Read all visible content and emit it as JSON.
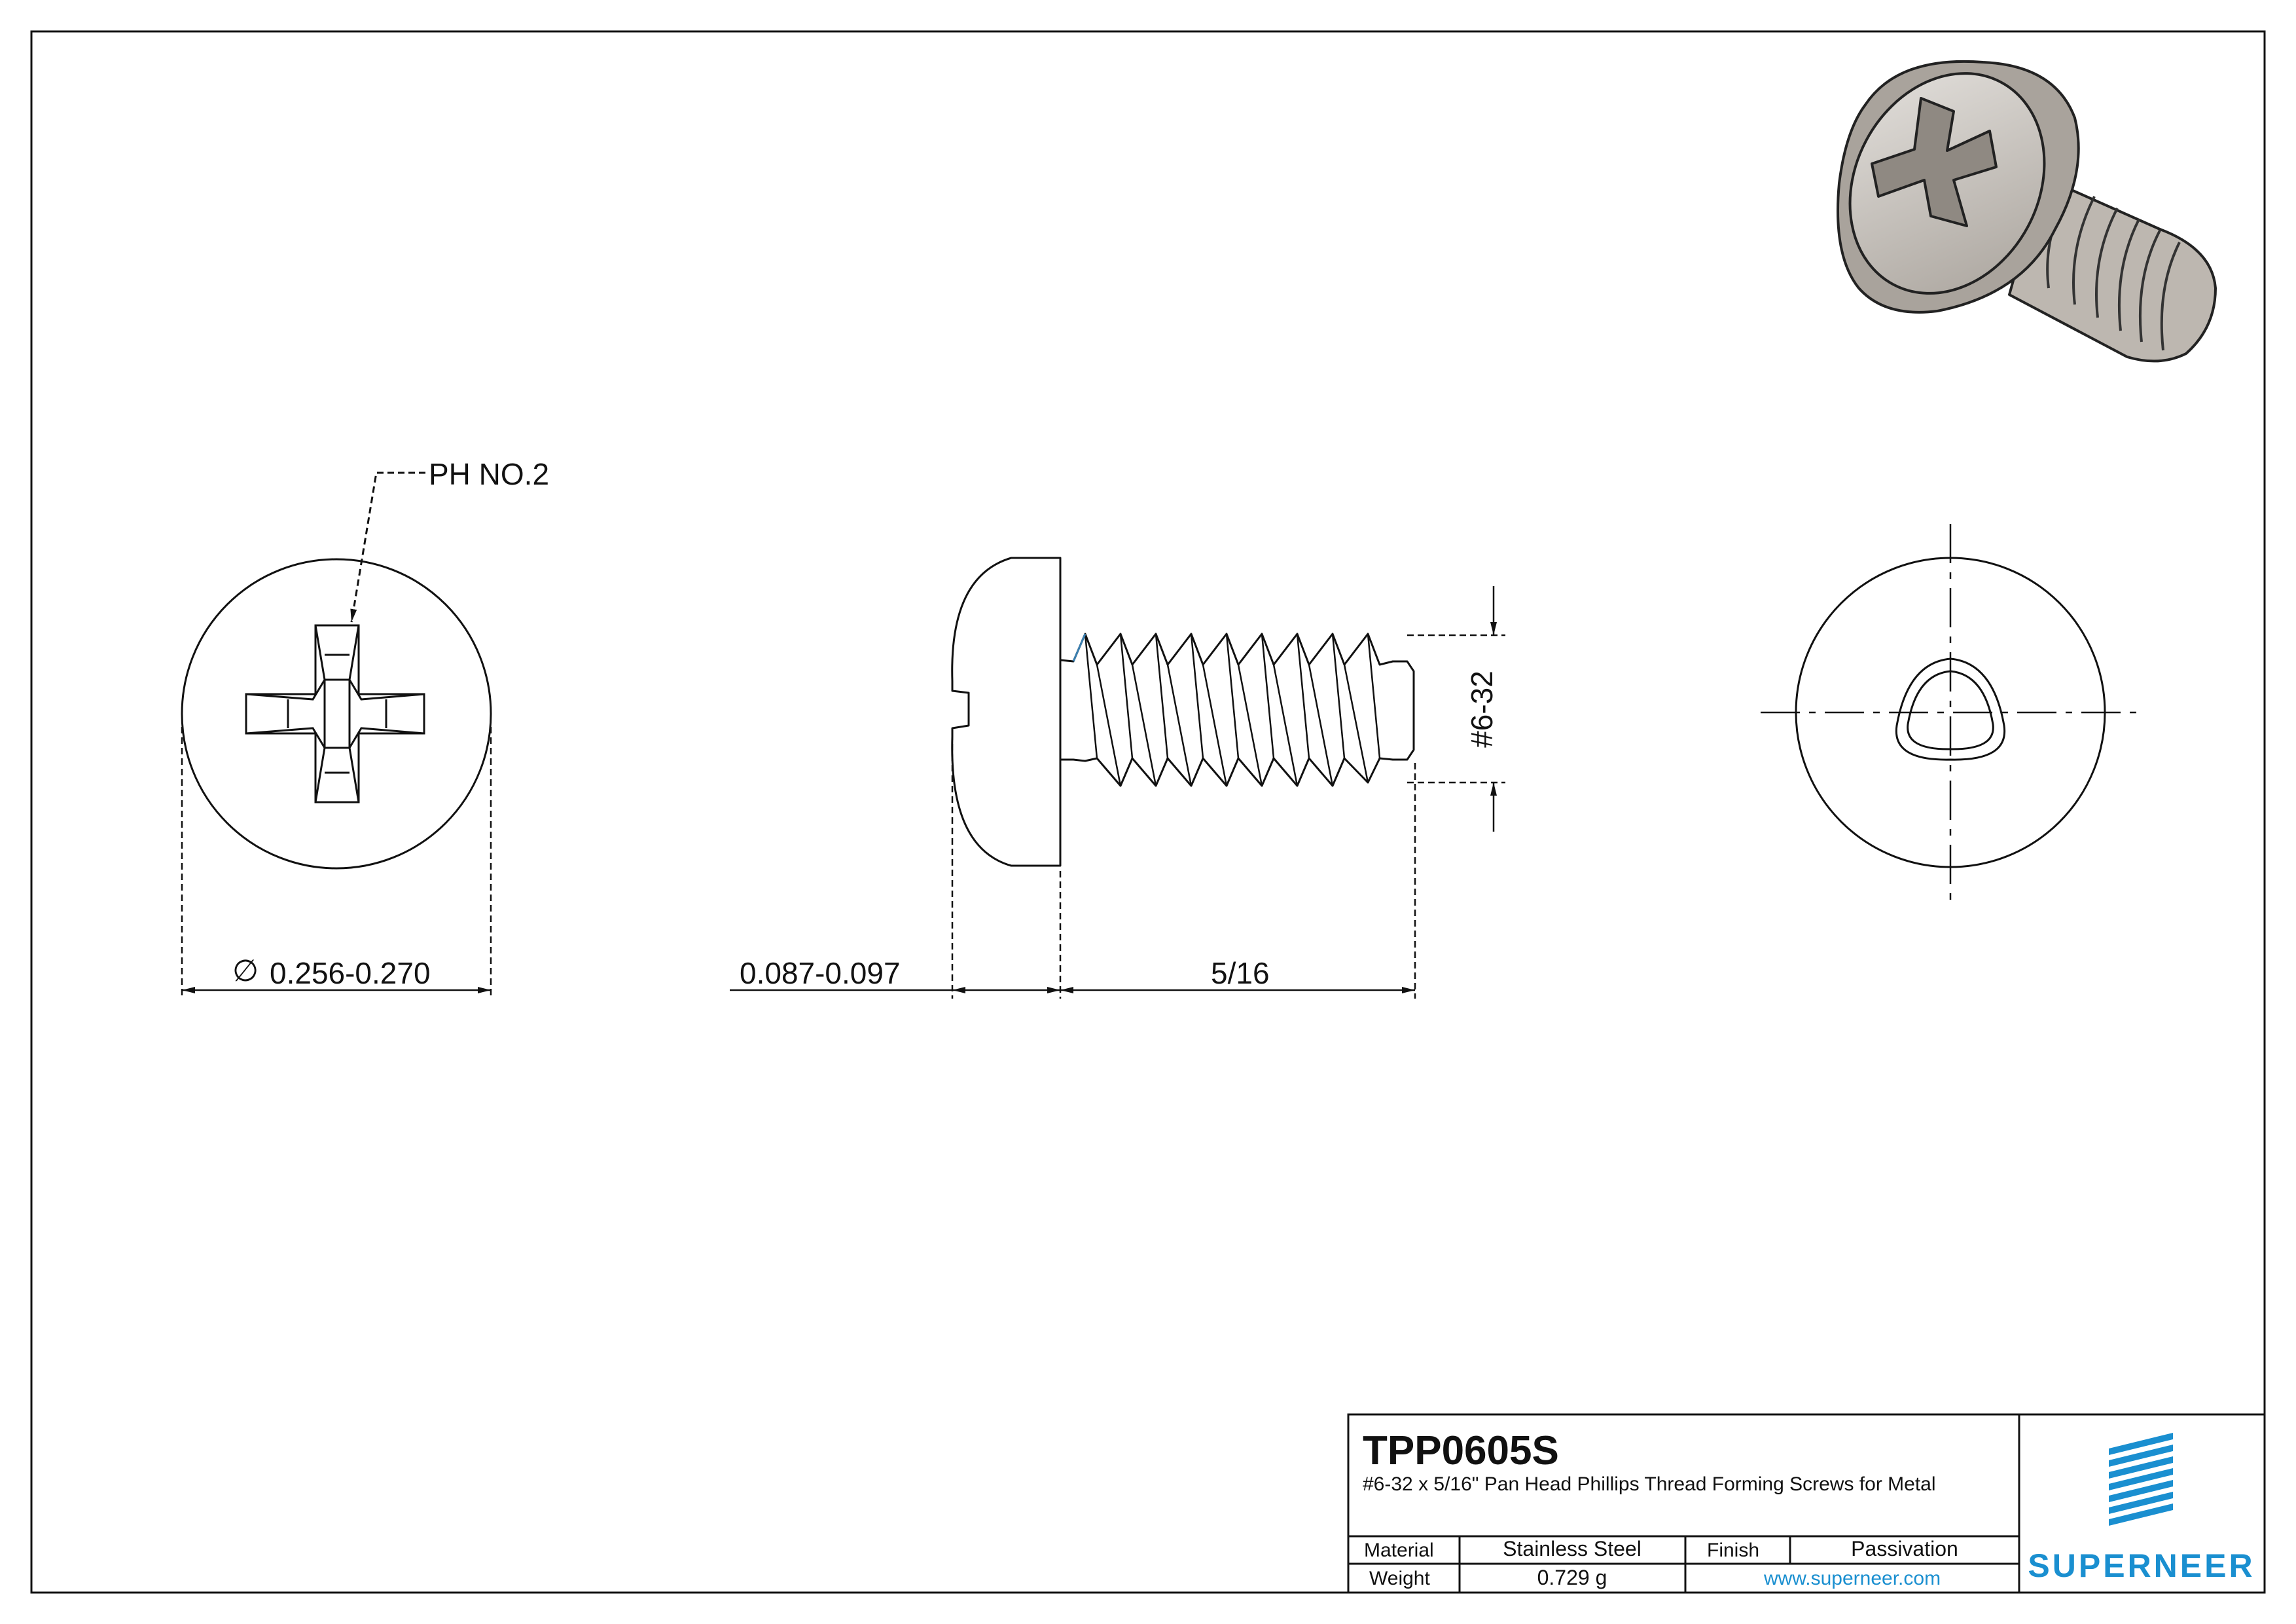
{
  "callouts": {
    "driver": "PH NO.2"
  },
  "dimensions": {
    "head_diameter": "0.256-0.270",
    "diameter_symbol": "∅",
    "head_height": "0.087-0.097",
    "length": "5/16",
    "thread": "#6-32"
  },
  "title_block": {
    "part_number": "TPP0605S",
    "description": "#6-32 x 5/16\" Pan Head Phillips Thread Forming Screws for Metal",
    "material_label": "Material",
    "material_value": "Stainless Steel",
    "finish_label": "Finish",
    "finish_value": "Passivation",
    "weight_label": "Weight",
    "weight_value": "0.729 g",
    "website": "www.superneer.com",
    "brand": "SUPERNEER"
  },
  "colors": {
    "line": "#111111",
    "brand_blue": "#1a8fd0",
    "screw_fill": "#cfcbc6"
  }
}
